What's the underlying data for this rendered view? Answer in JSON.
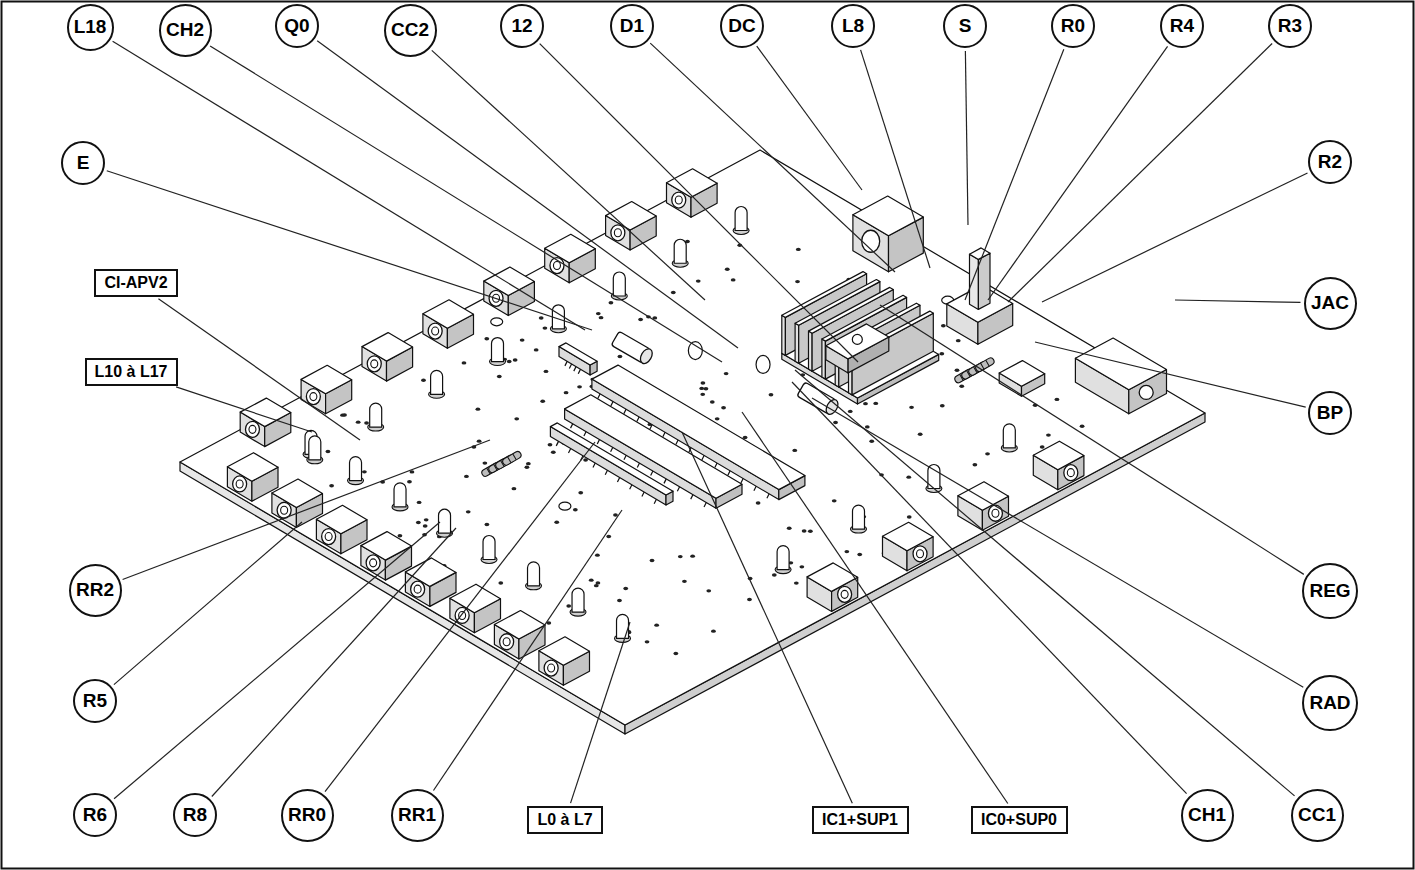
{
  "diagram": {
    "nodes": [
      {
        "text": [
          "L18"
        ]
      },
      {
        "text": [
          "CH2"
        ]
      },
      {
        "text": [
          "Q0"
        ]
      },
      {
        "text": [
          "CC2"
        ]
      },
      {
        "text": [
          "12"
        ]
      },
      {
        "text": [
          "D1"
        ]
      },
      {
        "text": [
          "DC"
        ]
      },
      {
        "text": [
          "L8"
        ]
      },
      {
        "text": [
          "S"
        ]
      },
      {
        "text": [
          "R0"
        ]
      },
      {
        "text": [
          "R4"
        ]
      },
      {
        "text": [
          "R3"
        ]
      },
      {
        "text": [
          "E"
        ]
      },
      {
        "text": [
          "R2"
        ]
      },
      {
        "text": [
          "CI-APV2"
        ]
      },
      {
        "text": [
          "JAC"
        ]
      },
      {
        "text": [
          "L10 à L17"
        ]
      },
      {
        "text": [
          "BP"
        ]
      },
      {
        "text": [
          "RR2"
        ]
      },
      {
        "text": [
          "REG"
        ]
      },
      {
        "text": [
          "R5"
        ]
      },
      {
        "text": [
          "RAD"
        ]
      },
      {
        "text": [
          "R6"
        ]
      },
      {
        "text": [
          "R8"
        ]
      },
      {
        "text": [
          "RR0"
        ]
      },
      {
        "text": [
          "RR1"
        ]
      },
      {
        "text": [
          "L0 à L7"
        ]
      },
      {
        "text": [
          "IC1+SUP1"
        ]
      },
      {
        "text": [
          "IC0+SUP0"
        ]
      },
      {
        "text": [
          "CH1"
        ]
      },
      {
        "text": [
          "CC1"
        ]
      }
    ]
  }
}
